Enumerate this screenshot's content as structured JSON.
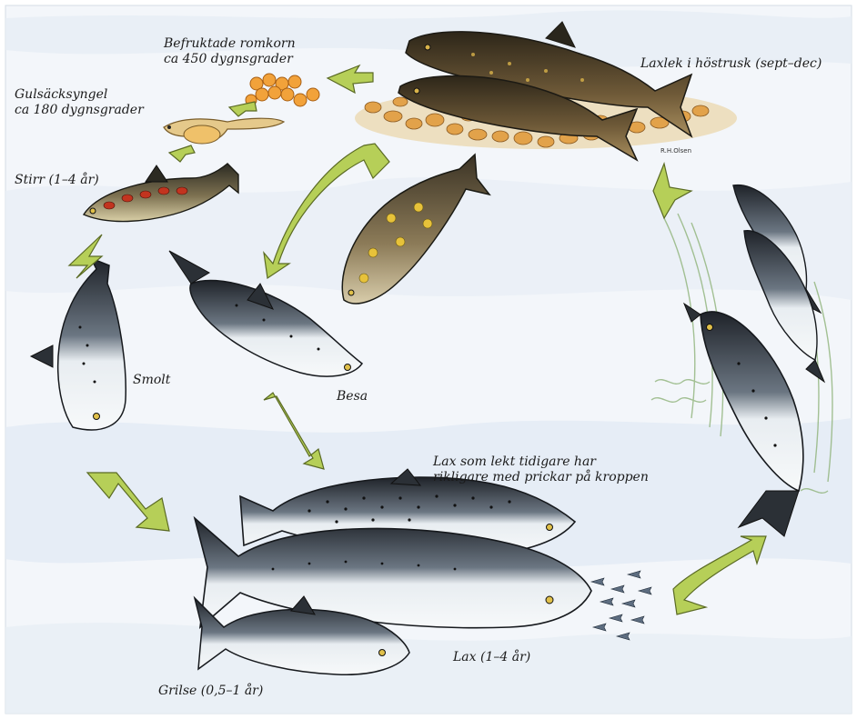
{
  "colors": {
    "arrow_fill": "#b6cf58",
    "arrow_stroke": "#5a6a24",
    "water": "#e4ecf5",
    "egg": "#f0a035",
    "salmon_dark": "#2a2f36",
    "salmon_light": "#c8d2dc",
    "spawn_fish": "#5c4a30"
  },
  "stages": {
    "eggs": {
      "line1": "Befruktade romkorn",
      "line2": "ca 450 dygnsgrader"
    },
    "alevin": {
      "line1": "Gulsäcksyngel",
      "line2": "ca 180 dygnsgrader"
    },
    "parr": {
      "label": "Stirr (1–4 år)"
    },
    "smolt": {
      "label": "Smolt"
    },
    "besa": {
      "label": "Besa"
    },
    "repeat_spawner": {
      "line1": "Lax som lekt tidigare har",
      "line2": "rikligare med prickar på kroppen"
    },
    "salmon": {
      "label": "Lax (1–4 år)"
    },
    "grilse": {
      "label": "Grilse (0,5–1 år)"
    },
    "spawning": {
      "label": "Laxlek i höstrusk (sept–dec)"
    }
  },
  "signature": "R.H.Olsen"
}
